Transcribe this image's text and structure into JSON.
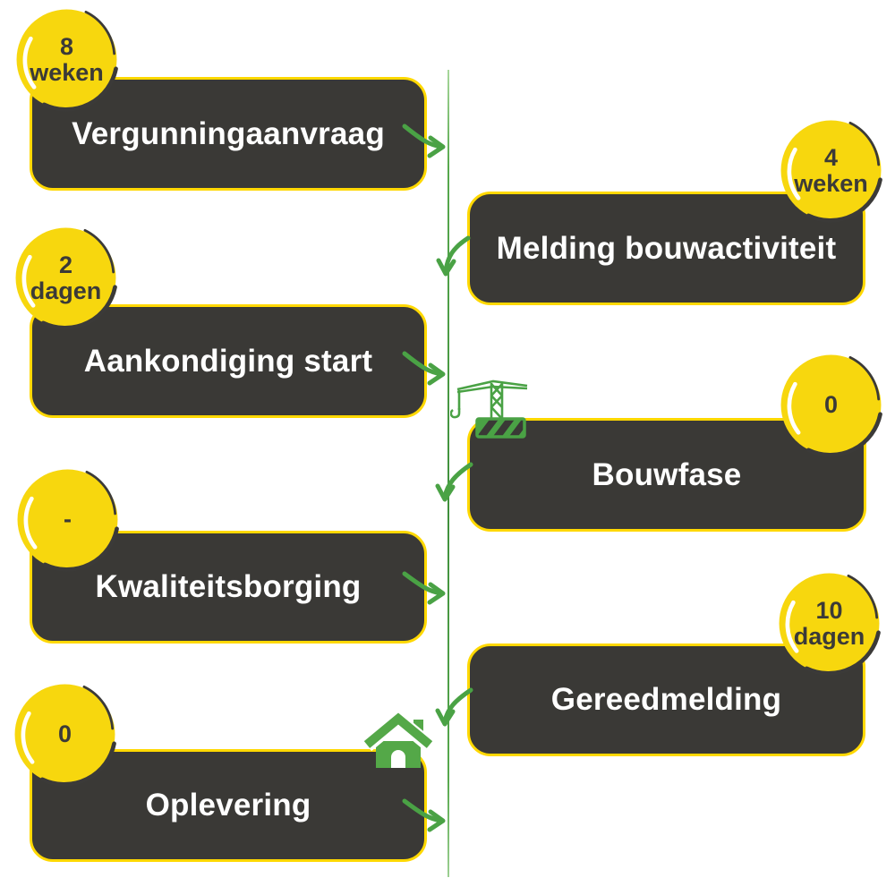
{
  "diagram": {
    "kind": "construction-process-timeline",
    "steps": [
      {
        "label": "Vergunningaanvraag",
        "duration_value": "8",
        "duration_unit": "weken",
        "side": "left"
      },
      {
        "label": "Melding bouwactiviteit",
        "duration_value": "4",
        "duration_unit": "weken",
        "side": "right"
      },
      {
        "label": "Aankondiging start",
        "duration_value": "2",
        "duration_unit": "dagen",
        "side": "left"
      },
      {
        "label": "Bouwfase",
        "duration_value": "0",
        "duration_unit": "",
        "side": "right",
        "icon": "crane-icon"
      },
      {
        "label": "Kwaliteitsborging",
        "duration_value": "-",
        "duration_unit": "",
        "side": "left"
      },
      {
        "label": "Gereedmelding",
        "duration_value": "10",
        "duration_unit": "dagen",
        "side": "right"
      },
      {
        "label": "Oplevering",
        "duration_value": "0",
        "duration_unit": "",
        "side": "left",
        "icon": "home-icon"
      }
    ],
    "icons": {
      "crane": "crane-icon",
      "home": "home-icon",
      "connector": "curved-arrow-icon"
    },
    "colors": {
      "box_fill": "#3a3936",
      "box_border": "#ffd800",
      "badge_fill": "#f7d70e",
      "badge_text": "#3b3a38",
      "arrow_green": "#4aa245",
      "icon_green": "#54a848",
      "label_text": "#ffffff"
    }
  }
}
